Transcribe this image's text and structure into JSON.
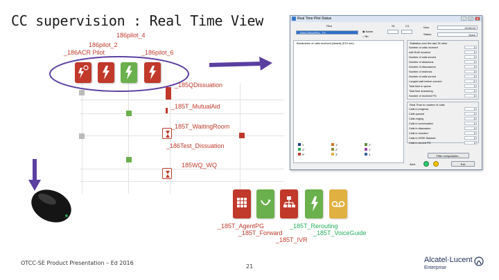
{
  "slide": {
    "title": "CC supervision : Real Time View",
    "footer": "OTCC-SE Product Presentation – Ed 2016",
    "page_number": "21",
    "logo": "Alcatel·Lucent",
    "logo_sub": "Enterprise"
  },
  "diagram": {
    "pilots": [
      {
        "label": "_186ACR Pilot",
        "color": "#c0392b",
        "icon": "gear-bolt-icon"
      },
      {
        "label": "186pilot_2",
        "color": "#c0392b",
        "icon": "bolt-icon"
      },
      {
        "label": "186pilot_4",
        "color": "#6ab04c",
        "icon": "bolt-icon"
      },
      {
        "label": "_186pilot_6",
        "color": "#c0392b",
        "icon": "bolt-icon"
      }
    ],
    "queues": [
      {
        "label": "_185QDissuation"
      },
      {
        "label": "_185T_MutualAid"
      },
      {
        "label": "_185T_WaitingRoom"
      },
      {
        "label": "_186Test_Dissuation"
      },
      {
        "label": "185WQ_WQ"
      }
    ],
    "bottom_icons": [
      {
        "label": "_185T_AgentPG",
        "color": "#c0392b",
        "icon": "grid-icon"
      },
      {
        "label": "_185T_Forward",
        "color": "#6ab04c",
        "icon": "forward-icon"
      },
      {
        "label": "_185T_IVR",
        "color": "#c0392b",
        "icon": "tree-icon"
      },
      {
        "label": "_185T_Rerouting",
        "color": "#6ab04c",
        "icon": "bolt-icon"
      },
      {
        "label": "_185T_VoiceGuide",
        "color": "#e0b040",
        "icon": "voicemail-icon"
      }
    ]
  },
  "window": {
    "title": "Real Time Pilot Status",
    "pilot_label": "Pilot",
    "pilot_value": "_185ACRtestPilot - P1",
    "name_label": "Name",
    "number_label": "Nb",
    "col1_label": "S1",
    "col2_label": "C4",
    "now_label": "Now",
    "now_value": "29:05:03",
    "status_label": "Status",
    "status_value": "Open",
    "breakdown_label": "Breakdown of calls received (dialed) (E15 min)",
    "stats_title": "Statistics over the last 15 mins",
    "stats": [
      {
        "label": "Number of calls received",
        "value": "0"
      },
      {
        "label": "with RoM involved",
        "value": "0"
      },
      {
        "label": "Number of calls served",
        "value": "0"
      },
      {
        "label": "Number of abandons",
        "value": "0"
      },
      {
        "label": "Number of dissuasions",
        "value": "0"
      },
      {
        "label": "Number of redirects",
        "value": "0"
      },
      {
        "label": "Number of calls served",
        "value": "0"
      },
      {
        "label": "Longest wait before connect",
        "value": "0'"
      },
      {
        "label": "Total time in queue",
        "value": "0"
      },
      {
        "label": "Total time answering",
        "value": "0"
      },
      {
        "label": "Number of received PG",
        "value": "0"
      }
    ],
    "rt_title": "Real Time in number of calls",
    "realtime": [
      {
        "label": "Calls in progress",
        "value": "0"
      },
      {
        "label": "Calls queued",
        "value": "0"
      },
      {
        "label": "Calls ringing",
        "value": "0"
      },
      {
        "label": "Calls in conversation",
        "value": "0"
      },
      {
        "label": "Calls in dissuasion",
        "value": "0"
      },
      {
        "label": "Calls in rerouted",
        "value": "0"
      },
      {
        "label": "Calls in IVR/E-Stacked",
        "value": "0"
      },
      {
        "label": "Calls in served PG",
        "value": "0"
      }
    ],
    "filter_button": "Filter computation...",
    "alert_label": "Alert",
    "exit_button": "Exit",
    "legend": [
      {
        "color": "#1a3a8a",
        "text": "1"
      },
      {
        "color": "#27ae60",
        "text": "4\""
      },
      {
        "color": "#c0392b",
        "text": "9\""
      },
      {
        "color": "#e07020",
        "text": "1\""
      },
      {
        "color": "#8a8a30",
        "text": "2\""
      },
      {
        "color": "#e0b040",
        "text": "3\""
      },
      {
        "color": "#5a8a40",
        "text": "2\""
      },
      {
        "color": "#a040a0",
        "text": "1\""
      },
      {
        "color": "#3060a0",
        "text": "3"
      }
    ]
  }
}
